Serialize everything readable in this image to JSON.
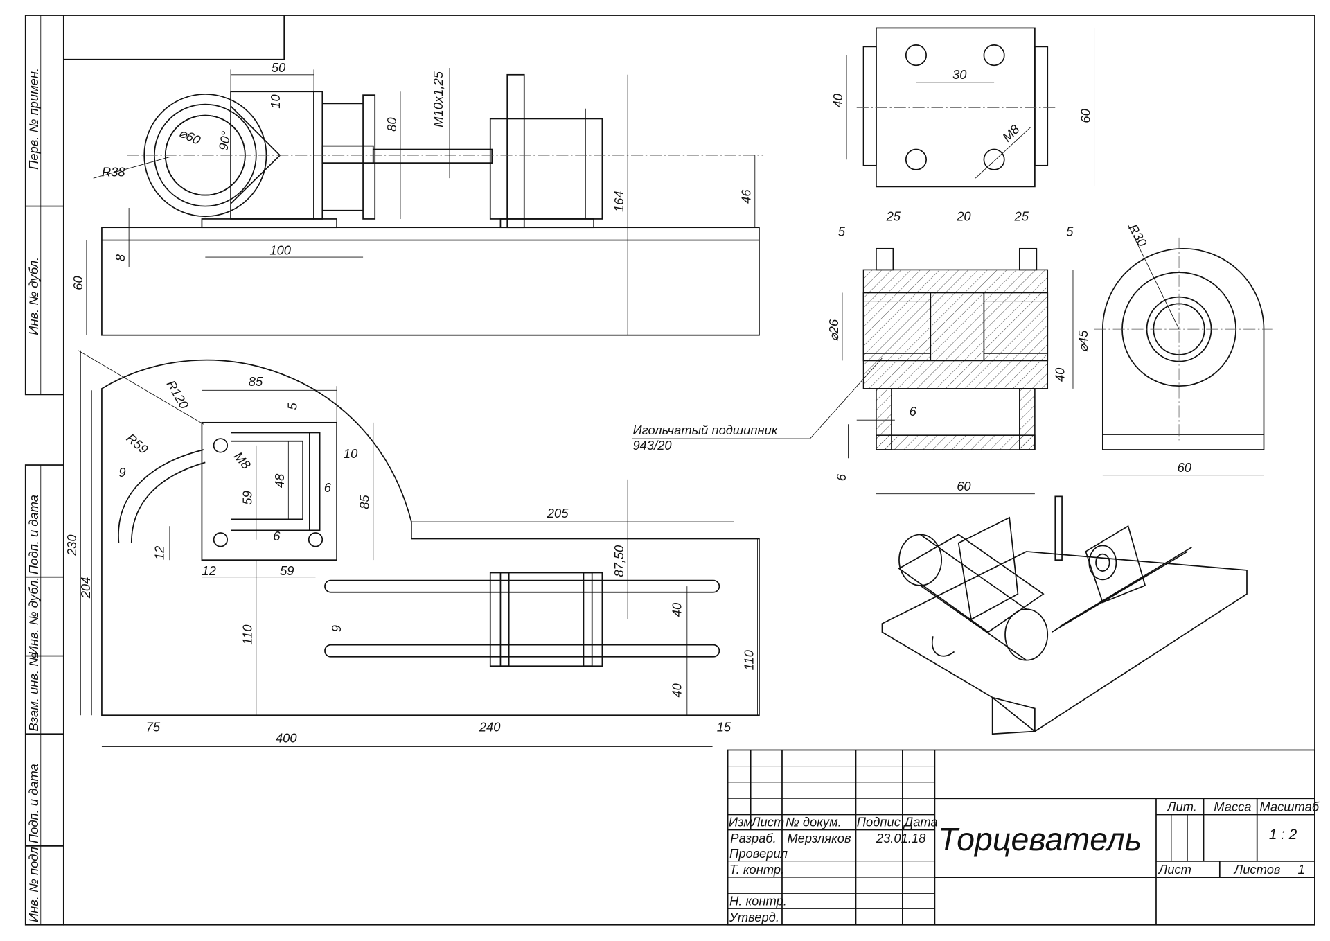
{
  "side_strip": {
    "top": [
      "Перв. № примен.",
      "Инв. № дубл."
    ],
    "bottom": [
      "Подп. и дата",
      "Инв. № дубл.",
      "Взам. инв. №",
      "Подп. и дата",
      "Инв. № подл."
    ]
  },
  "front_view": {
    "dims": {
      "d50": "50",
      "d10": "10",
      "d80": "80",
      "thread": "M10x1,25",
      "d164": "164",
      "d46": "46",
      "r38": "R38",
      "dia60": "⌀60",
      "ang90": "90°",
      "d8": "8",
      "d100": "100",
      "d60": "60"
    }
  },
  "plan_view": {
    "dims": {
      "d85a": "85",
      "d5": "5",
      "d10": "10",
      "r120": "R120",
      "r59": "R59",
      "d9a": "9",
      "m8": "M8",
      "d59a": "59",
      "d48": "48",
      "d6a": "6",
      "d6b": "6",
      "d85b": "85",
      "d205": "205",
      "d8750": "87,50",
      "d12a": "12",
      "d12b": "12",
      "d59b": "59",
      "d110a": "110",
      "d9b": "9",
      "d40a": "40",
      "d40b": "40",
      "d110b": "110",
      "d230": "230",
      "d204": "204",
      "d75": "75",
      "d400": "400",
      "d240": "240",
      "d15": "15"
    }
  },
  "top_right_view": {
    "dims": {
      "d30": "30",
      "d40": "40",
      "d60": "60",
      "m8": "M8"
    }
  },
  "section_view": {
    "dims": {
      "d5a": "5",
      "d25a": "25",
      "d20": "20",
      "d25b": "25",
      "d5b": "5",
      "dia26": "⌀26",
      "dia45": "⌀45",
      "d40": "40",
      "d6a": "6",
      "d6b": "6",
      "d60": "60"
    },
    "note_line1": "Игольчатый подшипник",
    "note_line2": "943/20"
  },
  "side_view": {
    "dims": {
      "r30": "R30",
      "d60": "60"
    }
  },
  "title_block": {
    "headers": [
      "Изм",
      "Лист",
      "№ докум.",
      "Подпис",
      "Дата"
    ],
    "roles": [
      "Разраб.",
      "Проверил",
      "Т. контр.",
      "Н. контр.",
      "Утверд."
    ],
    "developer": "Мерзляков",
    "date": "23.01.18",
    "title": "Торцеватель",
    "lit_label": "Лит.",
    "mass_label": "Масса",
    "scale_label": "Масштаб",
    "scale_value": "1 : 2",
    "sheet_label": "Лист",
    "sheets_label": "Листов",
    "sheets_value": "1"
  }
}
